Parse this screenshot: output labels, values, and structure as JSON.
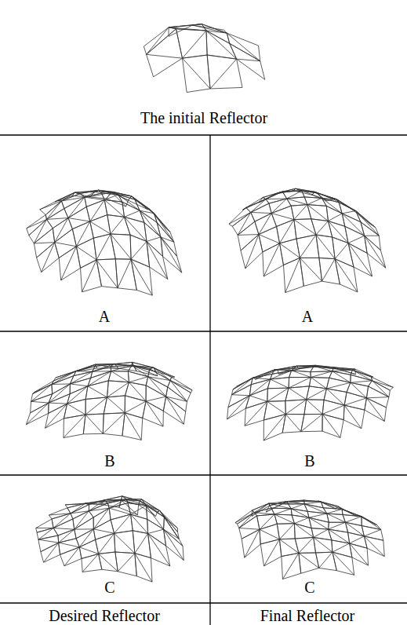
{
  "diagram": {
    "labels": [
      "The initial Reflector",
      "A",
      "A",
      "B",
      "B",
      "C",
      "C",
      "Desired Reflector",
      "Final Reflector"
    ]
  }
}
